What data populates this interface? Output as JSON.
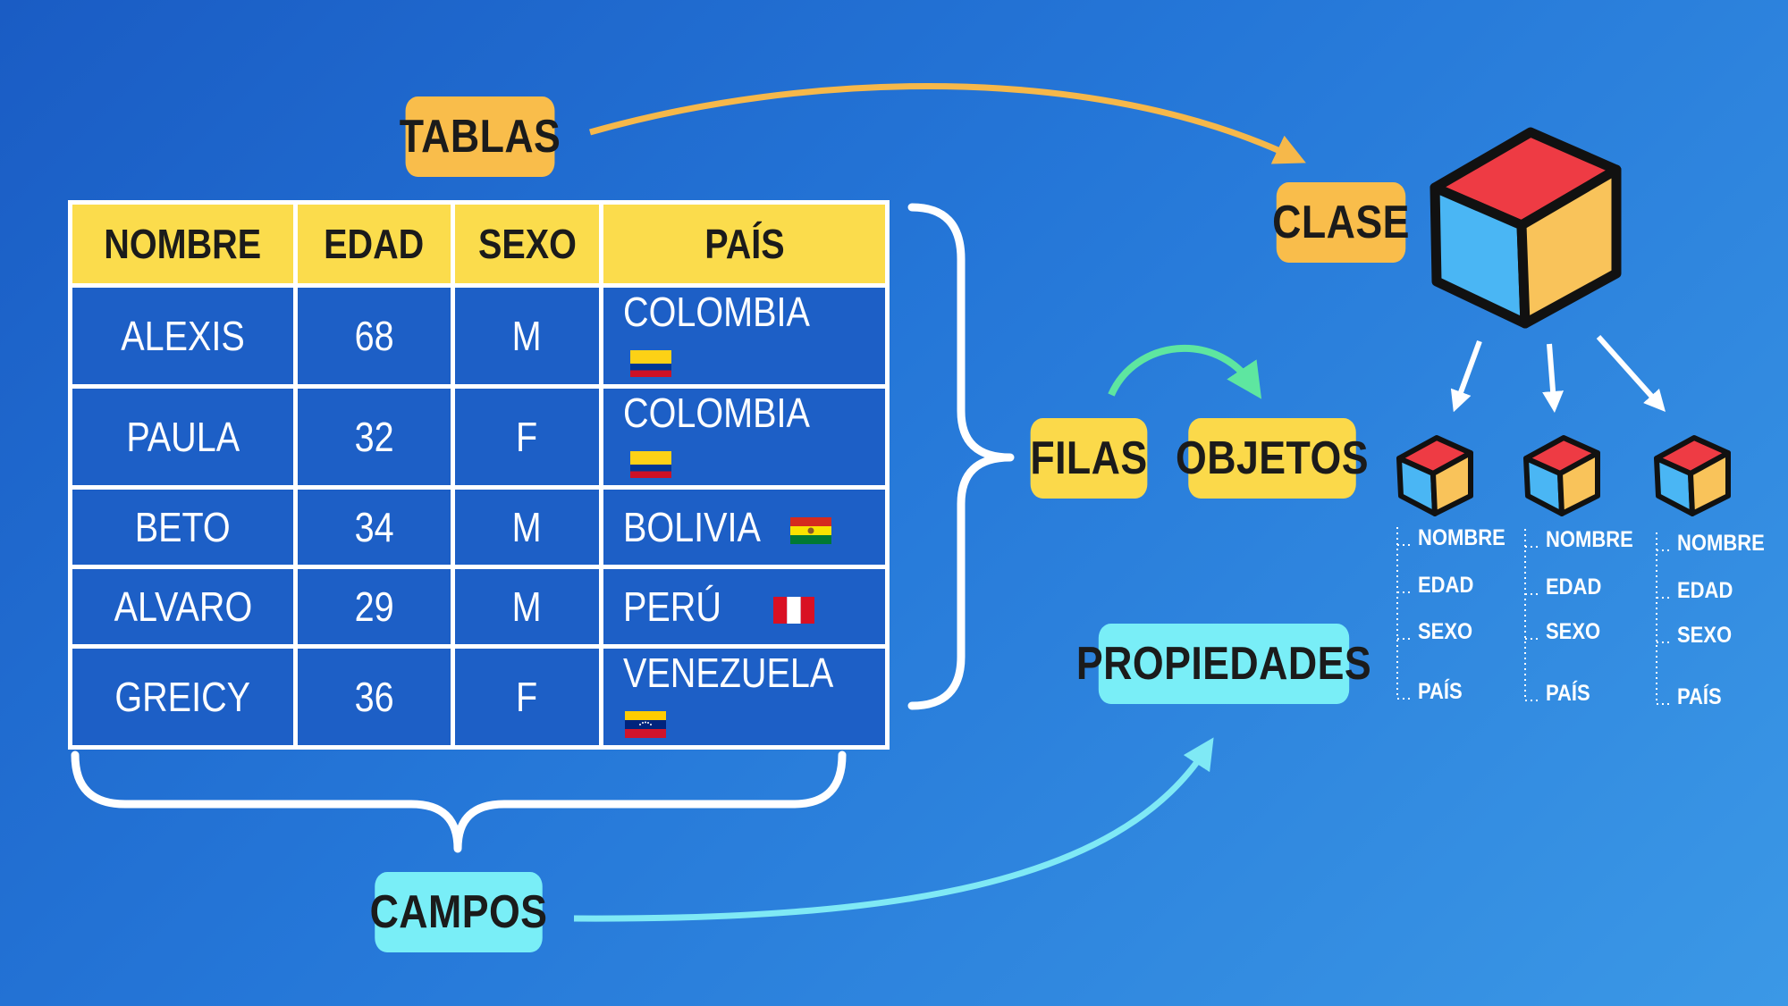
{
  "labels": {
    "tablas": "TABLAS",
    "clase": "CLASE",
    "filas": "FILAS",
    "objetos": "OBJETOS",
    "propiedades": "PROPIEDADES",
    "campos": "CAMPOS"
  },
  "table": {
    "headers": [
      "NOMBRE",
      "EDAD",
      "SEXO",
      "PAÍS"
    ],
    "rows": [
      {
        "nombre": "ALEXIS",
        "edad": "68",
        "sexo": "M",
        "pais": "COLOMBIA",
        "flag": "colombia-flag-icon"
      },
      {
        "nombre": "PAULA",
        "edad": "32",
        "sexo": "F",
        "pais": "COLOMBIA",
        "flag": "colombia-flag-icon"
      },
      {
        "nombre": "BETO",
        "edad": "34",
        "sexo": "M",
        "pais": "BOLIVIA",
        "flag": "bolivia-flag-icon"
      },
      {
        "nombre": "ALVARO",
        "edad": "29",
        "sexo": "M",
        "pais": "PERÚ",
        "flag": "peru-flag-icon"
      },
      {
        "nombre": "GREICY",
        "edad": "36",
        "sexo": "F",
        "pais": "VENEZUELA",
        "flag": "venezuela-flag-icon"
      }
    ]
  },
  "objects": [
    {
      "properties": [
        "NOMBRE",
        "EDAD",
        "SEXO",
        "PAÍS"
      ]
    },
    {
      "properties": [
        "NOMBRE",
        "EDAD",
        "SEXO",
        "PAÍS"
      ]
    },
    {
      "properties": [
        "NOMBRE",
        "EDAD",
        "SEXO",
        "PAÍS"
      ]
    }
  ],
  "icons": {
    "class_cube": "cube-icon",
    "object_cube": "small-cube-icon"
  },
  "colors": {
    "background_start": "#1a5cc4",
    "background_end": "#3b98e6",
    "tag_orange": "#f9bd4b",
    "tag_yellow": "#fbd94a",
    "tag_cyan": "#79eef7",
    "table_header": "#fbdc4c",
    "table_cell": "#1d5fc6",
    "arrow_orange": "#f6b84a",
    "arrow_green": "#5ee6a0",
    "arrow_cyan": "#7fe9f5",
    "cube_top": "#ee3b44",
    "cube_left": "#4ab6f4",
    "cube_right": "#f9c35a"
  }
}
